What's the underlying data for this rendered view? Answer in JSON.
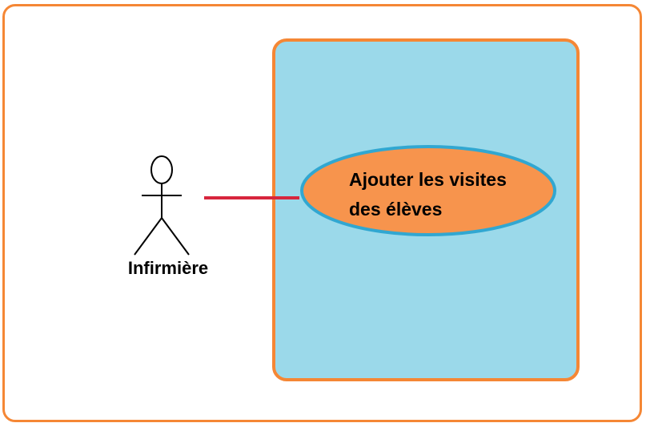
{
  "diagram": {
    "type": "use-case",
    "actor": {
      "name": "Infirmière"
    },
    "use_case": {
      "line1": "Ajouter les visites",
      "line2": "des élèves"
    }
  },
  "colors": {
    "frame": "#F58735",
    "system_fill": "#9BD9EA",
    "use_case_fill": "#F7944D",
    "use_case_border": "#31A7D1",
    "association": "#D7263D"
  }
}
